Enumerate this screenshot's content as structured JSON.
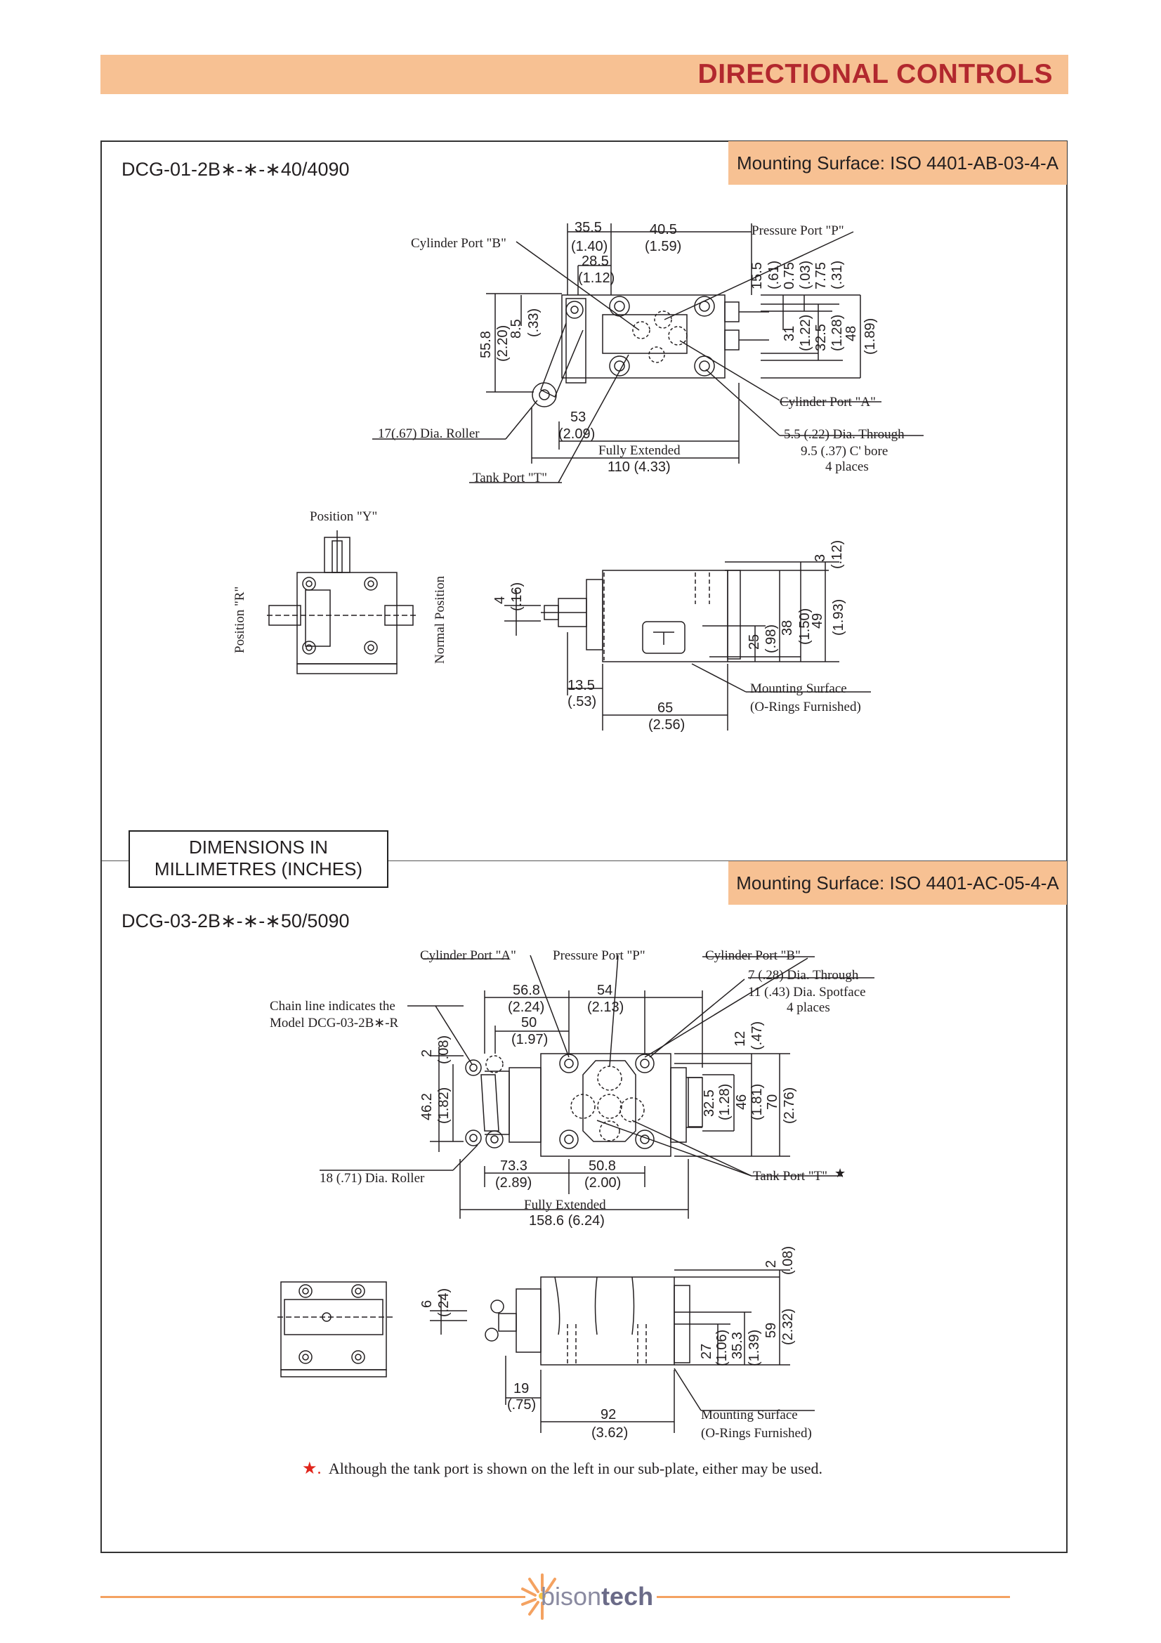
{
  "header": {
    "title": "DIRECTIONAL CONTROLS"
  },
  "section1": {
    "model": "DCG-01-2B∗-∗-∗40/4090",
    "mounting_surface": "Mounting Surface: ISO 4401-AB-03-4-A",
    "labels": {
      "cyl_b": "Cylinder Port \"B\"",
      "press_p": "Pressure Port \"P\"",
      "cyl_a": "Cylinder Port \"A\"",
      "roller": "17(.67) Dia. Roller",
      "tank_t": "Tank Port \"T\"",
      "through1": "5.5 (.22) Dia. Through",
      "through2": "9.5 (.37) C' bore",
      "through3": "4 places",
      "fully_ext": "Fully Extended",
      "pos_y": "Position \"Y\"",
      "pos_r": "Position \"R\"",
      "normal": "Normal Position",
      "mount1": "Mounting Surface",
      "mount2": "(O-Rings Furnished)"
    },
    "dims": {
      "d355": "35.5",
      "d140": "(1.40)",
      "d405": "40.5",
      "d159": "(1.59)",
      "d285": "28.5",
      "d112": "(1.12)",
      "d155": "15.5",
      "d61": "(.61)",
      "d075": "0.75",
      "d03": "(.03)",
      "d775": "7.75",
      "d31": "(.31)",
      "d31mm": "31",
      "d122": "(1.22)",
      "d325": "32.5",
      "d128": "(1.28)",
      "d48": "48",
      "d189": "(1.89)",
      "d558": "55.8",
      "d220": "(2.20)",
      "d85": "8.5",
      "d33": "(.33)",
      "d53": "53",
      "d209": "(2.09)",
      "d110": "110 (4.33)",
      "d3": "3",
      "d12": "(.12)",
      "d4": "4",
      "d16": "(.16)",
      "d25": "25",
      "d98": "(.98)",
      "d38": "38",
      "d150": "(1.50)",
      "d49": "49",
      "d193": "(1.93)",
      "d135": "13.5",
      "d53in": "(.53)",
      "d65": "65",
      "d256": "(2.56)"
    }
  },
  "units_box": {
    "line1": "DIMENSIONS IN",
    "line2": "MILLIMETRES (INCHES)"
  },
  "section2": {
    "model": "DCG-03-2B∗-∗-∗50/5090",
    "mounting_surface": "Mounting Surface: ISO 4401-AC-05-4-A",
    "labels": {
      "cyl_a": "Cylinder Port \"A\"",
      "press_p": "Pressure Port \"P\"",
      "cyl_b": "Cylinder Port \"B\"",
      "chain1": "Chain line indicates the",
      "chain2": "Model DCG-03-2B∗-R",
      "through1": "7 (.28) Dia. Through",
      "through2": "11 (.43) Dia. Spotface",
      "through3": "4 places",
      "roller": "18 (.71) Dia. Roller",
      "tank_t": "Tank Port \"T\"",
      "fully_ext": "Fully Extended",
      "mount1": "Mounting Surface",
      "mount2": "(O-Rings Furnished)"
    },
    "dims": {
      "d568": "56.8",
      "d224": "(2.24)",
      "d54": "54",
      "d213": "(2.13)",
      "d50": "50",
      "d197": "(1.97)",
      "d2": "2",
      "d08": "(.08)",
      "d462": "46.2",
      "d182": "(1.82)",
      "d12": "12",
      "d47": "(.47)",
      "d325": "32.5",
      "d128": "(1.28)",
      "d46": "46",
      "d181": "(1.81)",
      "d70": "70",
      "d276": "(2.76)",
      "d733": "73.3",
      "d289": "(2.89)",
      "d508": "50.8",
      "d200": "(2.00)",
      "d1586": "158.6 (6.24)",
      "d2b": "2",
      "d08b": "(.08)",
      "d6": "6",
      "d24": "(.24)",
      "d27": "27",
      "d106": "(1.06)",
      "d353": "35.3",
      "d139": "(1.39)",
      "d59": "59",
      "d232": "(2.32)",
      "d19": "19",
      "d75": "(.75)",
      "d92": "92",
      "d362": "(3.62)"
    }
  },
  "note": {
    "star": "★.",
    "text": "Although the tank port is shown on the left in our sub-plate, either may be used."
  },
  "footer": {
    "logo_a": "bison",
    "logo_b": "tech"
  }
}
